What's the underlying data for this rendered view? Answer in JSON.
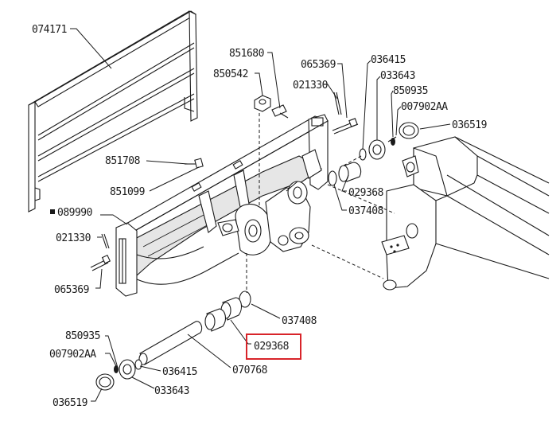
{
  "labels": {
    "guard": "074171",
    "bolt_top": "851680",
    "nut_top": "850542",
    "pin_top": "065369",
    "cotter_top": "021330",
    "washer_top": "036415",
    "bushing_top": "033643",
    "nipple_top": "850935",
    "cap_top": "007902AA",
    "seal_top": "036519",
    "bolt_left": "851708",
    "nut_left": "851099",
    "sleeve_right": "029368",
    "circlip_right": "037408",
    "marker": "089990",
    "cotter_left": "021330",
    "pin_left": "065369",
    "circlip_low": "037408",
    "sleeve_low": "029368",
    "nipple_low": "850935",
    "cap_low": "007902AA",
    "washer_low": "036415",
    "shaft": "070768",
    "bushing_low": "033643",
    "seal_low": "036519"
  },
  "highlight": {
    "color": "#d8242a"
  }
}
